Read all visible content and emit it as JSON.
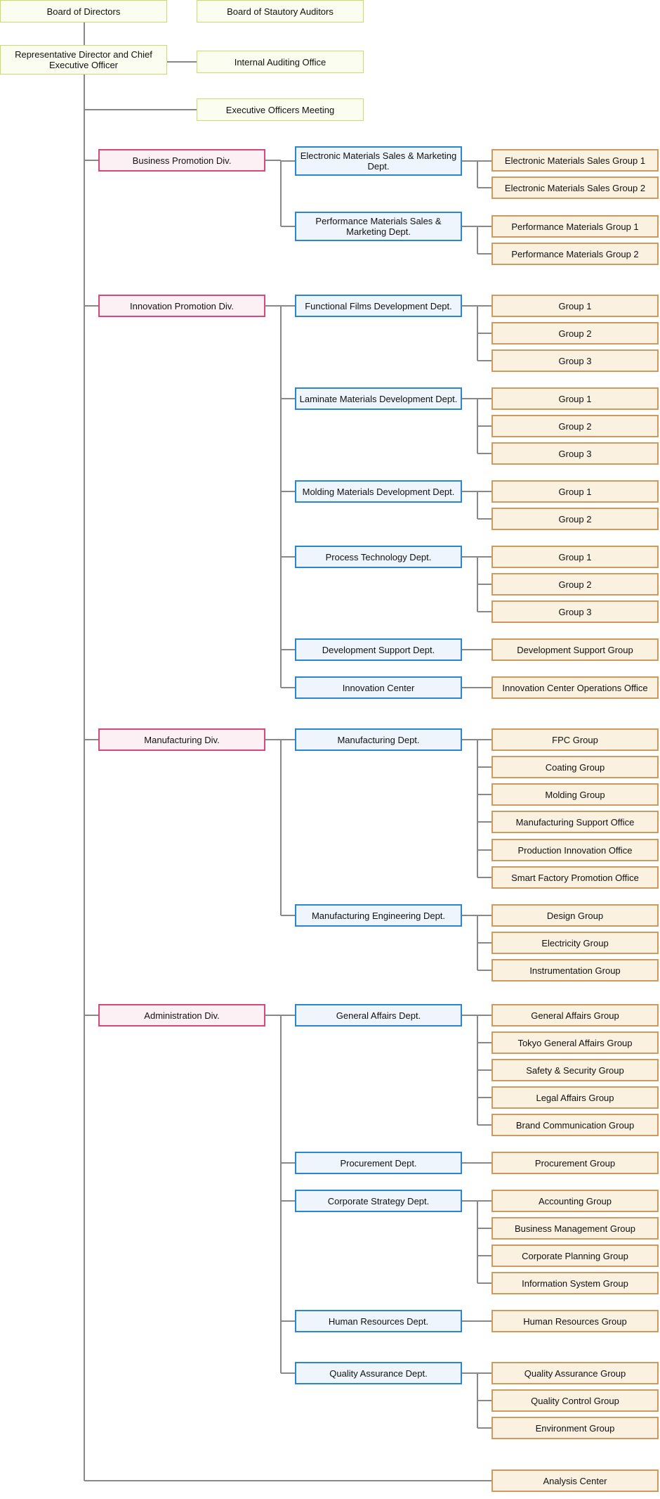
{
  "top": {
    "board_of_directors": "Board of Directors",
    "board_of_auditors": "Board of Stautory Auditors",
    "ceo": "Representative Director and Chief Executive Officer",
    "internal_audit": "Internal Auditing Office",
    "exec_meeting": "Executive Officers Meeting"
  },
  "divisions": [
    {
      "label": "Business Promotion Div.",
      "depts": [
        {
          "label": "Electronic Materials Sales & Marketing Dept.",
          "groups": [
            "Electronic Materials Sales Group 1",
            "Electronic Materials Sales Group 2"
          ]
        },
        {
          "label": "Performance Materials Sales & Marketing Dept.",
          "groups": [
            "Performance Materials Group 1",
            "Performance Materials Group 2"
          ]
        }
      ]
    },
    {
      "label": "Innovation Promotion Div.",
      "depts": [
        {
          "label": "Functional Films Development Dept.",
          "groups": [
            "Group 1",
            "Group 2",
            "Group 3"
          ]
        },
        {
          "label": "Laminate Materials Development Dept.",
          "groups": [
            "Group 1",
            "Group 2",
            "Group 3"
          ]
        },
        {
          "label": "Molding Materials Development Dept.",
          "groups": [
            "Group 1",
            "Group 2"
          ]
        },
        {
          "label": "Process Technology Dept.",
          "groups": [
            "Group 1",
            "Group 2",
            "Group 3"
          ]
        },
        {
          "label": "Development Support Dept.",
          "groups": [
            "Development Support Group"
          ]
        },
        {
          "label": "Innovation Center",
          "groups": [
            "Innovation Center Operations Office"
          ]
        }
      ]
    },
    {
      "label": "Manufacturing Div.",
      "depts": [
        {
          "label": "Manufacturing Dept.",
          "groups": [
            "FPC Group",
            "Coating Group",
            "Molding Group",
            "Manufacturing Support Office",
            "Production Innovation Office",
            "Smart Factory Promotion Office"
          ]
        },
        {
          "label": "Manufacturing Engineering Dept.",
          "groups": [
            "Design Group",
            "Electricity Group",
            "Instrumentation Group"
          ]
        }
      ]
    },
    {
      "label": "Administration Div.",
      "depts": [
        {
          "label": "General Affairs Dept.",
          "groups": [
            "General Affairs Group",
            "Tokyo General Affairs Group",
            "Safety & Security Group",
            "Legal Affairs Group",
            "Brand Communication Group"
          ]
        },
        {
          "label": "Procurement Dept.",
          "groups": [
            "Procurement Group"
          ]
        },
        {
          "label": "Corporate Strategy Dept.",
          "groups": [
            "Accounting Group",
            "Business Management Group",
            "Corporate Planning Group",
            "Information System Group"
          ]
        },
        {
          "label": "Human Resources Dept.",
          "groups": [
            "Human Resources Group"
          ]
        },
        {
          "label": "Quality Assurance Dept.",
          "groups": [
            "Quality Assurance Group",
            "Quality Control Group",
            "Environment Group"
          ]
        }
      ]
    }
  ],
  "analysis_center": "Analysis Center",
  "colors": {
    "line": "#888888",
    "exec_border": "#c9dd6c",
    "div_border": "#d9487c",
    "dept_border": "#2a86d0",
    "group_border": "#cf9a5e"
  }
}
